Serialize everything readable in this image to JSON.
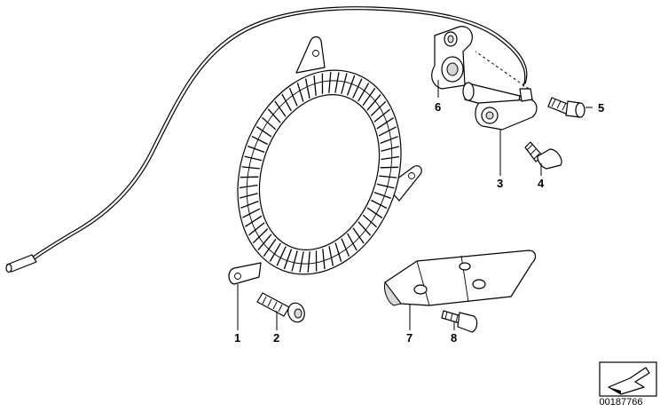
{
  "labels": {
    "p1": "1",
    "p2": "2",
    "p3": "3",
    "p4": "4",
    "p5": "5",
    "p6": "6",
    "p7": "7",
    "p8": "8"
  },
  "catalog_number": "00187766",
  "icons": {
    "orientation": "direction-arrow-icon"
  }
}
